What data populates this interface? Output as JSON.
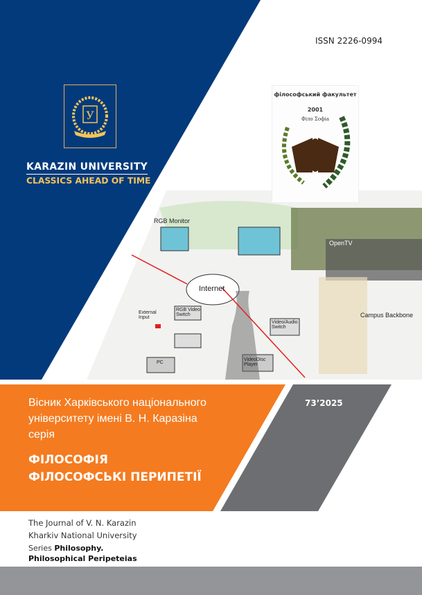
{
  "issn": "ISSN 2226-0994",
  "university": {
    "name": "KARAZIN UNIVERSITY",
    "motto": "CLASSICS AHEAD OF TIME"
  },
  "faculty_logo": {
    "text": "філософський факультет",
    "year": "2001",
    "motto": "Філо Σофіа"
  },
  "collage": {
    "labels": [
      "RGB Monitor",
      "Internet",
      "External Input",
      "RGB Video Switch",
      "Video/Audio Switch",
      "Campus Backbone",
      "OpenTV",
      "PC",
      "VideoDisc Player"
    ]
  },
  "journal_ua": {
    "line1": "Вісник Харківського національного",
    "line2": "університету імені В. Н. Каразіна",
    "line3": "серія"
  },
  "series_ua": {
    "line1": "ФІЛОСОФІЯ",
    "line2": "ФІЛОСОФСЬКІ ПЕРИПЕТІЇ"
  },
  "issue": "73’2025",
  "journal_en": {
    "line1": "The Journal of V. N. Karazin",
    "line2": "Kharkiv National University"
  },
  "series_en": {
    "prefix": "Series",
    "line1": "Philosophy.",
    "line2": "Philosophical Peripeteias"
  },
  "colors": {
    "blue": "#023a7c",
    "orange": "#f47b20",
    "gray": "#6d6e71",
    "bottom": "#939598",
    "gold": "#f3c35a"
  }
}
